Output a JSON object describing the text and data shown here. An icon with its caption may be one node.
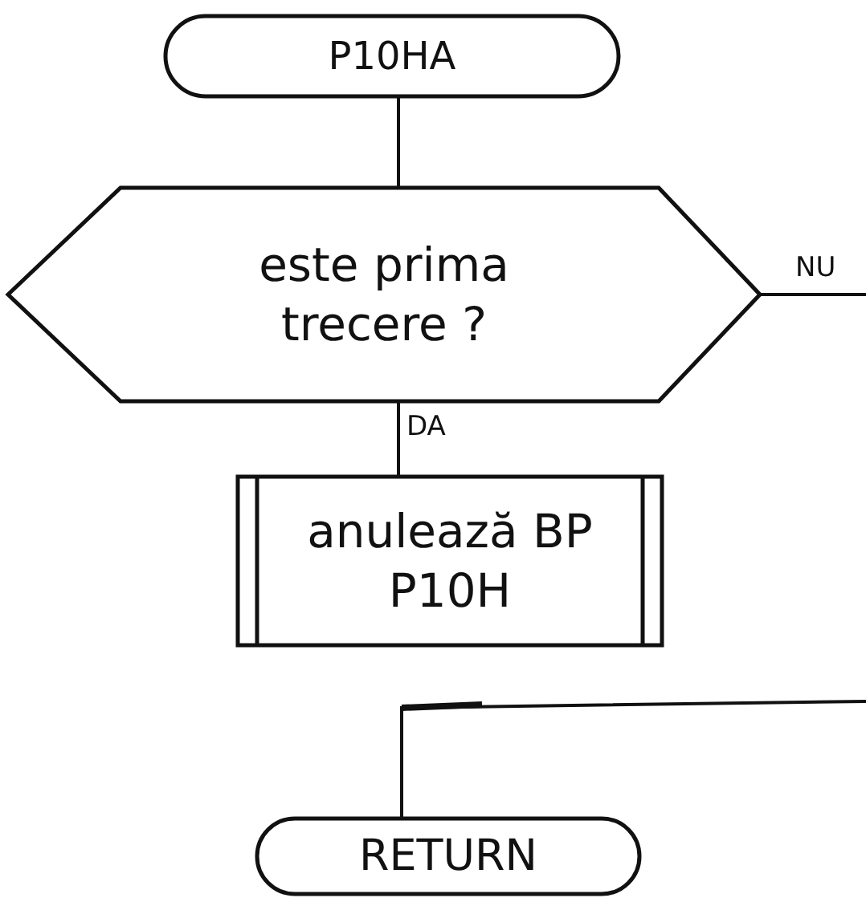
{
  "diagram": {
    "nodes": [
      {
        "text": [
          "P10HA"
        ]
      },
      {
        "text": [
          "este prima trecere ?"
        ]
      },
      {
        "text": [
          "anulează BP P10H"
        ]
      },
      {
        "text": [
          "RETURN"
        ]
      }
    ],
    "edges": [
      {
        "from": 0,
        "to": 1,
        "arrow": "none"
      },
      {
        "from": 1,
        "to": 2,
        "arrow": "none",
        "label": "DA"
      },
      {
        "from": 1,
        "to": null,
        "arrow": "none",
        "label": "NU"
      },
      {
        "from": null,
        "to": 3,
        "arrow": "none"
      }
    ]
  }
}
